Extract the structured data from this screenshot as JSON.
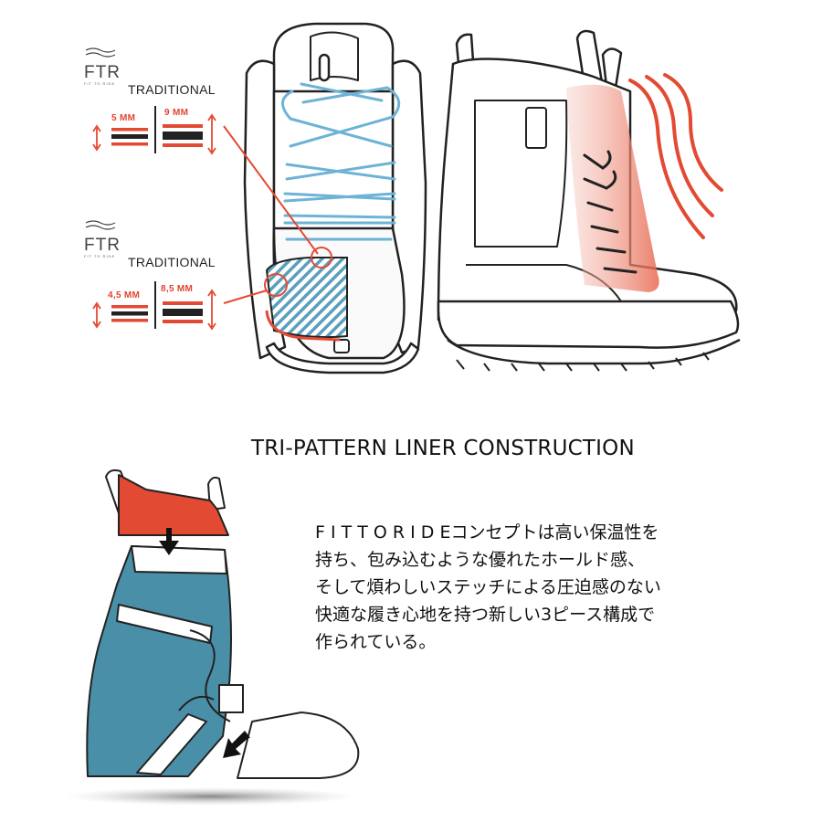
{
  "ftr_logo": {
    "letters": "FTR",
    "tagline": "FIT TO RIDE"
  },
  "top_scale": {
    "label": "TRADITIONAL",
    "left_value": "5 MM",
    "right_value": "9 MM"
  },
  "bottom_scale": {
    "label": "TRADITIONAL",
    "left_value": "4,5 MM",
    "right_value": "8,5 MM"
  },
  "title": "TRI-PATTERN LINER CONSTRUCTION",
  "description": {
    "lines": [
      "F I T T O R I D Eコンセプトは高い保温性を",
      "持ち、包み込むような優れたホールド感、",
      "そして煩わしいステッチによる圧迫感のない",
      "快適な履き心地を持つ新しい3ピース構成で",
      "作られている。"
    ]
  },
  "colors": {
    "accent_red": "#e34a33",
    "liner_blue": "#4a8fa8",
    "lace_blue": "#6db3d6",
    "outline": "#222222"
  }
}
